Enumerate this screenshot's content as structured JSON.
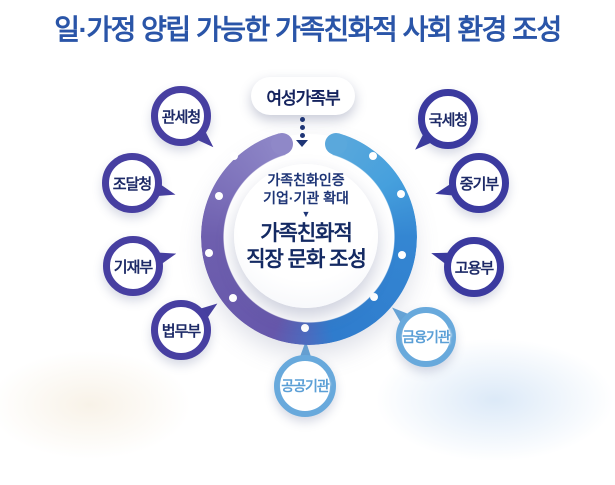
{
  "title": "일·가정 양립 가능한 가족친화적 사회 환경 조성",
  "hub": {
    "label": "여성가족부"
  },
  "core": {
    "sub_line1": "가족친화인증",
    "sub_line2": "기업·기관 확대",
    "divider_glyph": "▼",
    "main_line1": "가족친화적",
    "main_line2": "직장 문화 조성"
  },
  "bubbles": [
    {
      "label": "관세청",
      "group": "government"
    },
    {
      "label": "조달청",
      "group": "government"
    },
    {
      "label": "기재부",
      "group": "government"
    },
    {
      "label": "법무부",
      "group": "government"
    },
    {
      "label": "국세청",
      "group": "government"
    },
    {
      "label": "중기부",
      "group": "government"
    },
    {
      "label": "고용부",
      "group": "government"
    },
    {
      "label": "금융기관",
      "group": "institution"
    },
    {
      "label": "공공기관",
      "group": "institution"
    }
  ],
  "colors": {
    "title_text": "#2a55a8",
    "core_text": "#142a63",
    "hub_text": "#15235e",
    "government_ring": "#473fa1",
    "government_text": "#1d2a67",
    "institution_ring": "#68a9dc",
    "institution_text": "#5b9fd6",
    "ring_purple": "#8f88c8",
    "ring_blue": "#2f7ccd"
  }
}
